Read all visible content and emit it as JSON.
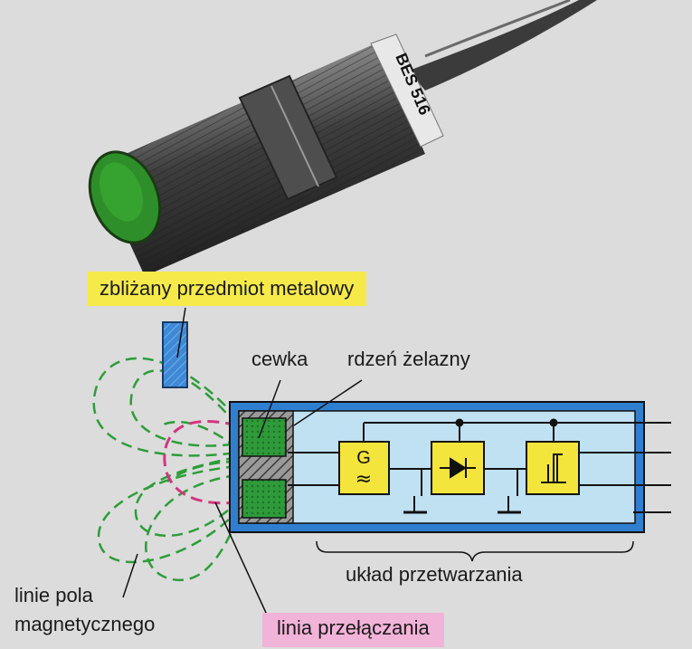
{
  "sensor_label": "BES 516",
  "labels": {
    "approaching_object": "zbliżany przedmiot metalowy",
    "coil": "cewka",
    "iron_core": "rdzeń żelazny",
    "processing_circuit": "układ przetwarzania",
    "field_lines": "linie pola\nmagnetycznego",
    "switching_line": "linia przełączania"
  },
  "blocks": {
    "generator_symbol": "G",
    "generator_wave": "≈"
  },
  "colors": {
    "background": "#dcdcdc",
    "housing_blue": "#2f7fd0",
    "inner_light_blue": "#bfe1f2",
    "circuit_yellow": "#f3e53c",
    "coil_green": "#2e9a3a",
    "field_green": "#2d9d3a",
    "switching_pink": "#d2357f",
    "label_yellow": "#f6ea4a",
    "label_pink": "#f2b3d8"
  }
}
